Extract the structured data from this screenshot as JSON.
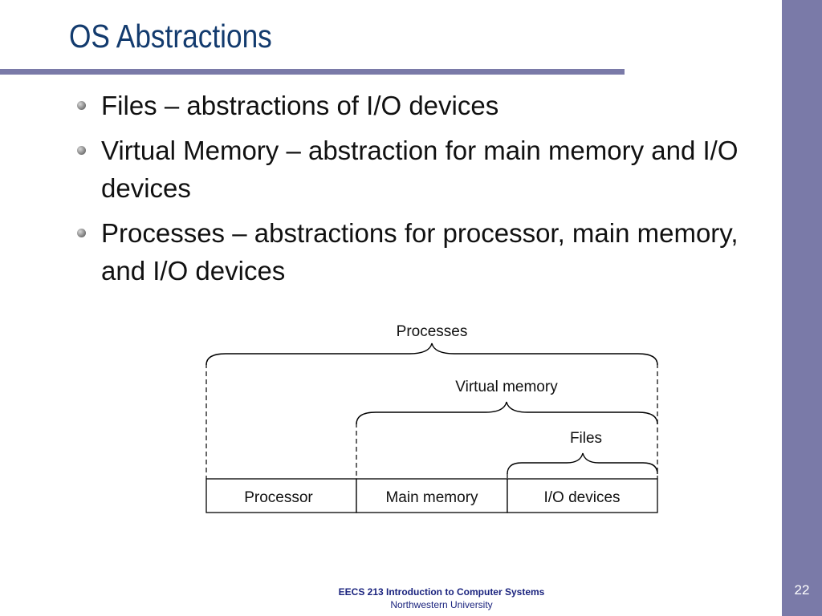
{
  "slide": {
    "title": "OS Abstractions",
    "bullets": [
      "Files – abstractions of I/O devices",
      "Virtual Memory – abstraction for main memory and I/O devices",
      "Processes – abstractions for processor, main memory, and I/O devices"
    ]
  },
  "diagram": {
    "boxes": [
      "Processor",
      "Main memory",
      "I/O devices"
    ],
    "braces": {
      "processes": "Processes",
      "virtual_memory": "Virtual memory",
      "files": "Files"
    }
  },
  "footer": {
    "course": "EECS 213 Introduction to Computer Systems",
    "university": "Northwestern University",
    "page_number": "22"
  },
  "colors": {
    "title": "#133b6e",
    "accent_bar": "#7a7aa8",
    "footer_text": "#1a237e"
  }
}
